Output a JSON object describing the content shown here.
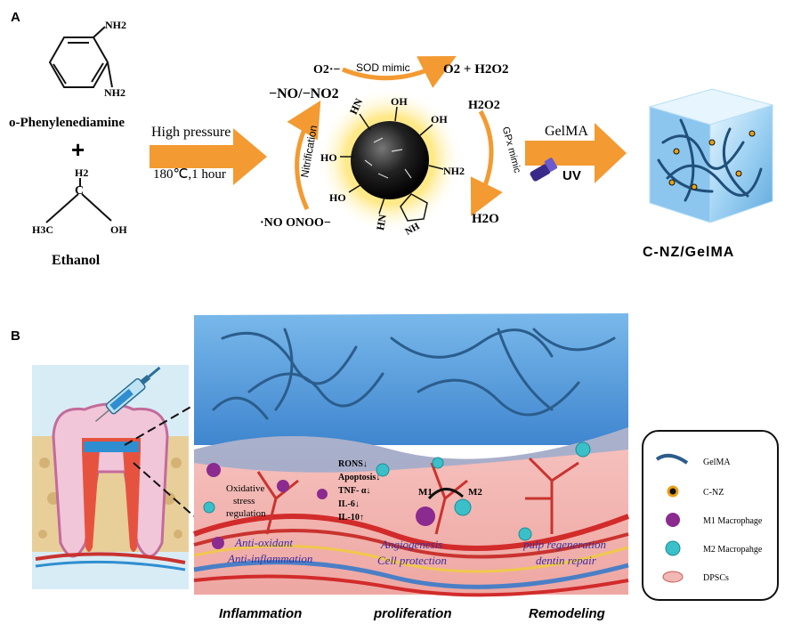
{
  "panels": {
    "a": "A",
    "b": "B"
  },
  "reaction": {
    "reactant1": "o-Phenylenediamine",
    "plus": "+",
    "reactant2": "Ethanol",
    "nh2": "NH2",
    "ch2": "H2",
    "c": "C",
    "ch3": "H3C",
    "oh": "OH",
    "cond1": "High pressure",
    "cond2": "180℃,1 hour",
    "no_group": "−NO/−NO2",
    "nitrification": "Nitrification",
    "no_radicals": "·NO  ONOO−",
    "o2_radical": "O2·−",
    "sod": "SOD  mimic",
    "sod_products": "O2 + H2O2",
    "h2o2": "H2O2",
    "gpx": "GPx  mimic",
    "h2o": "H2O",
    "gelma": "GelMA",
    "uv": "UV",
    "product": "C-NZ/GelMA",
    "ho": "HO",
    "hn": "HN",
    "nh": "NH"
  },
  "panel_b": {
    "oxidative": [
      "Oxidative",
      "stress",
      "regulation"
    ],
    "markers": [
      "RONS↓",
      "Apoptosis↓",
      "TNF- α↓",
      "IL-6↓",
      "IL-10↑"
    ],
    "m1": "M1",
    "m2": "M2",
    "anti_oxidant": "Anti-oxidant",
    "anti_inflammation": "Anti-inflammation",
    "angiogenesis": "Angiogenesis",
    "cell_protection": "Cell protection",
    "pulp_regen": "pulp regeneration",
    "dentin_repair": "dentin repair",
    "stages": [
      "Inflammation",
      "proliferation",
      "Remodeling"
    ]
  },
  "legend": [
    {
      "label": "GelMA",
      "icon": "gelma-fiber-icon"
    },
    {
      "label": "C-NZ",
      "icon": "cnz-particle-icon"
    },
    {
      "label": "M1 Macrophage",
      "icon": "m1-macrophage-icon"
    },
    {
      "label": "M2 Macropahge",
      "icon": "m2-macrophage-icon"
    },
    {
      "label": "DPSCs",
      "icon": "dpsc-cell-icon"
    }
  ],
  "colors": {
    "arrow": "#f39a32",
    "water": "#3f8fd6",
    "tissue": "#f2b8b4",
    "vessel": "#c9332f",
    "purple": "#8b2a8f",
    "teal": "#3bbfc8"
  }
}
